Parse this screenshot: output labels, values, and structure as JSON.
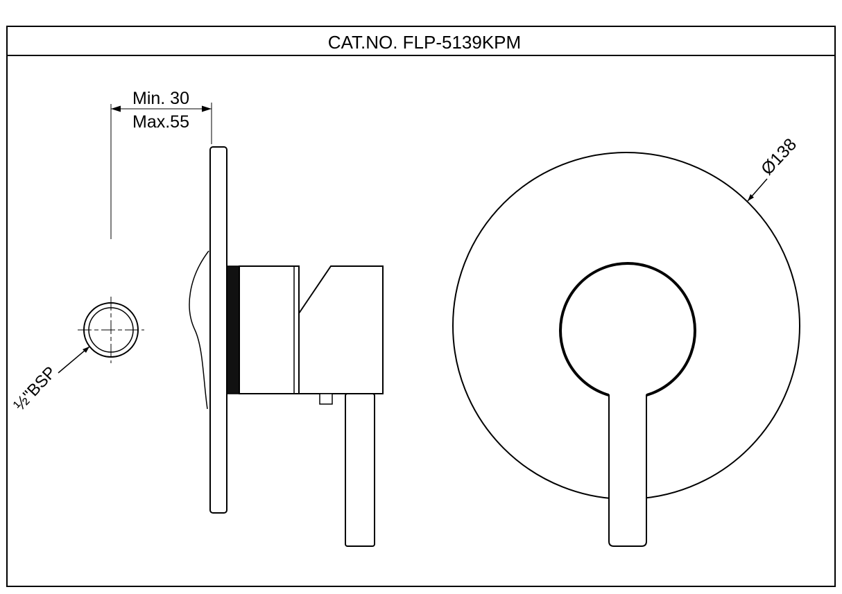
{
  "title": {
    "cat_no": "CAT.NO. FLP-5139KPM"
  },
  "side_view": {
    "depth_dimension_line1": "Min. 30",
    "depth_dimension_line2": "Max.55",
    "inlet_label": "½\"BSP"
  },
  "front_view": {
    "diameter_label": "Ø138"
  },
  "colors": {
    "line": "#000000",
    "background": "#ffffff"
  }
}
